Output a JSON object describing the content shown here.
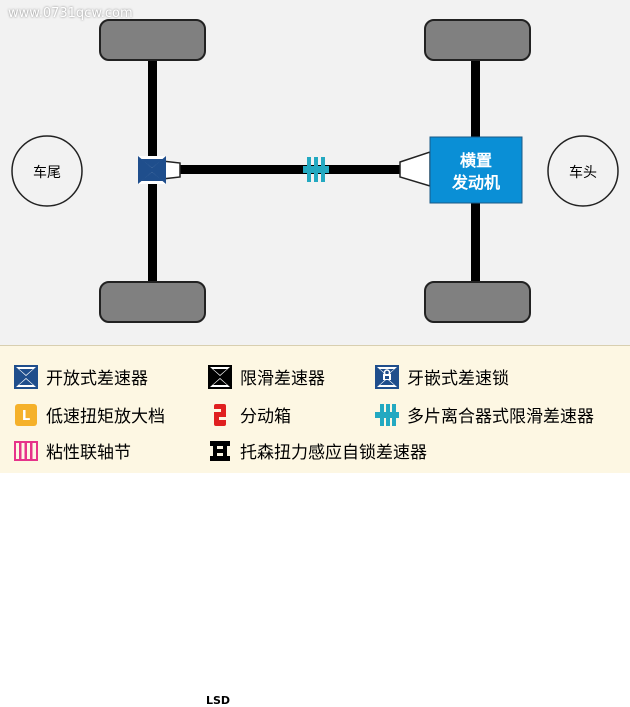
{
  "watermark": "www.0731qcw.com",
  "labels": {
    "rear": "车尾",
    "front": "车头",
    "engine_line1": "横置",
    "engine_line2": "发动机"
  },
  "legend": [
    {
      "icon": "open-differential-icon",
      "label": "开放式差速器"
    },
    {
      "icon": "limited-slip-differential-icon",
      "label": "限滑差速器",
      "badge": "LSD"
    },
    {
      "icon": "locking-differential-icon",
      "label": "牙嵌式差速锁"
    },
    {
      "icon": "low-range-gear-icon",
      "label": "低速扭矩放大档",
      "badge": "L"
    },
    {
      "icon": "transfer-case-icon",
      "label": "分动箱"
    },
    {
      "icon": "multi-plate-clutch-icon",
      "label": "多片离合器式限滑差速器"
    },
    {
      "icon": "viscous-coupling-icon",
      "label": "粘性联轴节"
    },
    {
      "icon": "torsen-differential-icon",
      "label": "托森扭力感应自锁差速器"
    }
  ],
  "colors": {
    "tire": "#808080",
    "shaft": "#000000",
    "engine": "#0a8fd6",
    "differential": "#1f4e8c",
    "clutch": "#23a9c1",
    "viscous": "#e6338a",
    "low_range": "#f5b12a",
    "transfer_case": "#e02020"
  }
}
